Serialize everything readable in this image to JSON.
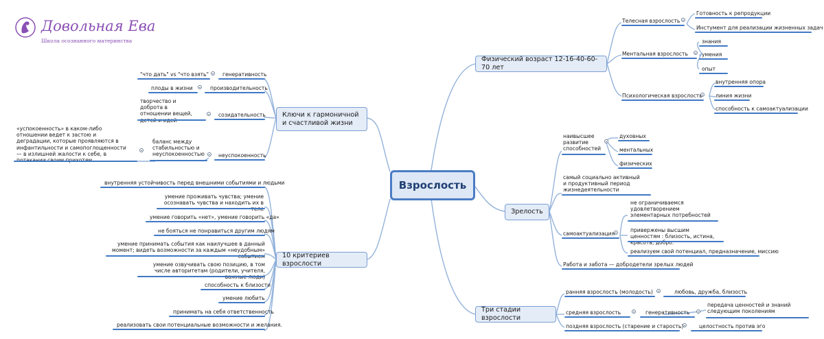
{
  "brand": {
    "name": "Довольная Ева",
    "tagline": "Школа осознанного материнства",
    "color": "#8a4fb5"
  },
  "colors": {
    "accent": "#3f78c4",
    "node_fill": "#e4ecf7",
    "node_border": "#7a9fd4",
    "line": "#93b2da"
  },
  "center": "Взрослость",
  "physical": {
    "label": "Физический возраст 12-16-40-60-70 лет",
    "body": {
      "label": "Телесная взрослость",
      "items": [
        "Готовность к репродукции",
        "Инстумент для реализации жизненных задач"
      ]
    },
    "mental": {
      "label": "Ментальная взрослость",
      "items": [
        "знания",
        "умения",
        "опыт"
      ]
    },
    "psych": {
      "label": "Психологическая взрослость",
      "items": [
        "внутренняя опора",
        "линия жизни",
        "способность к самоактуализации"
      ]
    }
  },
  "maturity": {
    "label": "Зрелость",
    "highest": {
      "label": "наивысшее развитие способностей",
      "items": [
        "духовных",
        "ментальных",
        "физических"
      ]
    },
    "active": "самый социально активный и продуктивный период жизнедеятельности",
    "selfact": {
      "label": "самоактуализация",
      "items": [
        "не ограничиваемся удовлетворением элементарных потребностей",
        "привержены высшим ценностям : близость, истина, красота, добро.",
        "реализуем свой потенциал, предназначение, миссию"
      ]
    },
    "work": "Работа и забота — добродетели зрелых людей"
  },
  "stages": {
    "label": "Три стадии взрослости",
    "early": {
      "label": "ранняя взрослость (молодость)",
      "value": "любовь, дружба, близость"
    },
    "middle": {
      "label": "средняя взрослость",
      "sub": "генеративность",
      "value": "передача ценностей и знаний следующим поколениям"
    },
    "late": {
      "label": "поздняя взрослость (старение и старость)",
      "value": "целостность против эго"
    }
  },
  "keys": {
    "label": "Ключи к гармоничной и счастливой жизни",
    "gen": {
      "label": "генеративность",
      "value": "\"что дать\" vs \"что взять\""
    },
    "prod": {
      "label": "производительность",
      "value": "плоды в жизни"
    },
    "creat": {
      "label": "созидательность",
      "value": "творчество и доброта в отношении вещей, детей и идей"
    },
    "rest": {
      "label": "неуспокоенность",
      "value": "баланс между стабильностью и неуспокоенностью",
      "note": "«успокоенность» в каком-либо отношении ведет к застою и деградации, которые проявляются в инфантильности и самопоглощенности — в излишней жалости к себе, в потакании своим прихотям"
    }
  },
  "criteria": {
    "label": "10 критериев взрослости",
    "items": [
      "внутренняя устойчивость перед внешними событиями и людьми",
      "умение проживать чувства; умение осознавать чувства и находить их в теле",
      "умение говорить «нет», умение говорить «да»",
      "не бояться не понравиться другим людям",
      "умение принимать события как наилучшее в данный момент; видеть возможности за каждым «неудобным» событием",
      "умение озвучивать свою позицию, в том числе авторитетам (родители, учителя, важные люди)",
      "способность к близости",
      "умение любить",
      "принимать на себя ответственность",
      "реализовать свои потенциальные возможности и желания."
    ]
  }
}
